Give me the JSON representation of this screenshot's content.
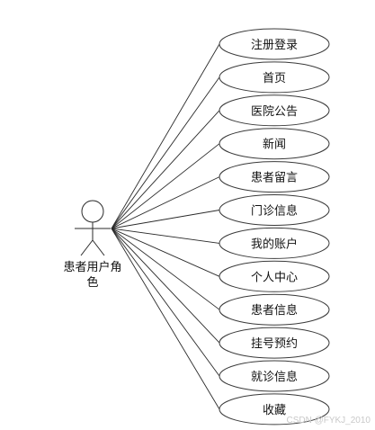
{
  "actor": {
    "label_line1": "患者用户角",
    "label_line2": "色"
  },
  "use_cases": [
    {
      "label": "注册登录"
    },
    {
      "label": "首页"
    },
    {
      "label": "医院公告"
    },
    {
      "label": "新闻"
    },
    {
      "label": "患者留言"
    },
    {
      "label": "门诊信息"
    },
    {
      "label": "我的账户"
    },
    {
      "label": "个人中心"
    },
    {
      "label": "患者信息"
    },
    {
      "label": "挂号预约"
    },
    {
      "label": "就诊信息"
    },
    {
      "label": "收藏"
    }
  ],
  "watermark": "CSDN @FYKJ_2010"
}
